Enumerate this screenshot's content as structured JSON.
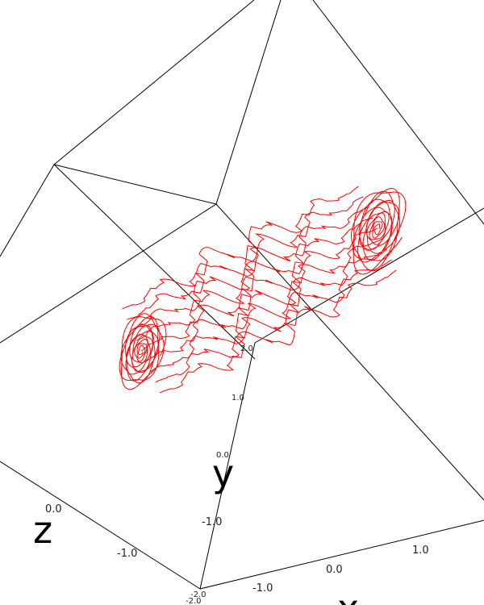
{
  "chart_data": {
    "type": "line",
    "projection": "3d-perspective",
    "title": "",
    "axes": {
      "x": {
        "label": "x",
        "ticks": [
          "-1.0",
          "0.0",
          "1.0"
        ]
      },
      "y": {
        "label": "y",
        "ticks": [
          "-2.0",
          "-1.0",
          "0.0",
          "1.0",
          "2.0"
        ]
      },
      "z": {
        "label": "z",
        "ticks": [
          "-2.0",
          "-1.0",
          "0.0"
        ]
      }
    },
    "grid": false,
    "legend": "none",
    "series": [
      {
        "color": "#ff0000",
        "description_values": {
          "lobe_centers": [
            [
              -1.0,
              2.0,
              0.0
            ],
            [
              1.0,
              1.0,
              0.5
            ]
          ],
          "max_radius": 0.8
        }
      }
    ]
  }
}
